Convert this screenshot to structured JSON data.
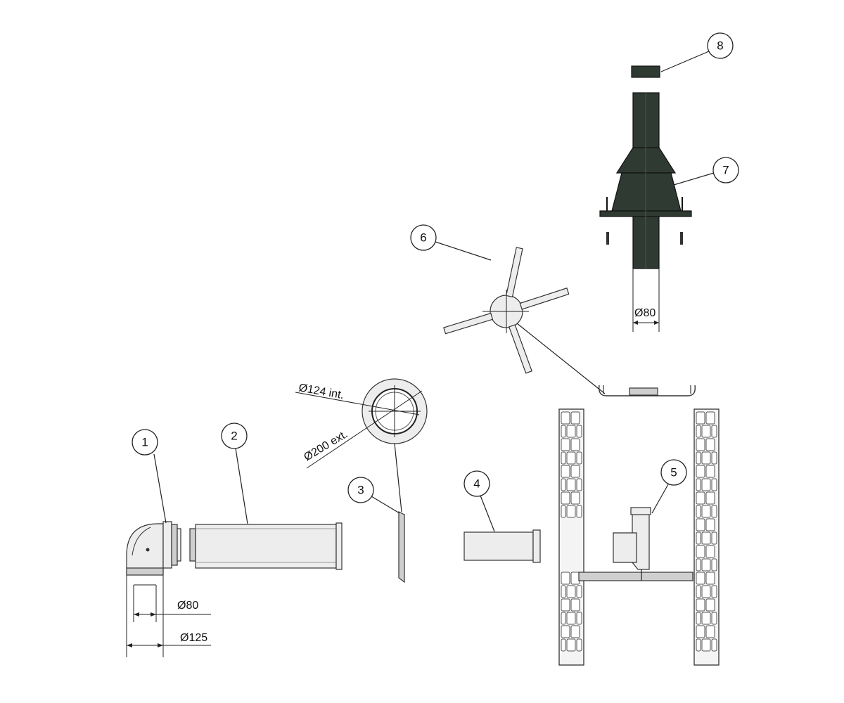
{
  "callouts": [
    "1",
    "2",
    "3",
    "4",
    "5",
    "6",
    "7",
    "8"
  ],
  "dimensions": {
    "d80_bottom": "Ø80",
    "d125": "Ø125",
    "d124_int": "Ø124 int.",
    "d200_ext": "Ø200 ext.",
    "d80_top": "Ø80"
  },
  "colors": {
    "line": "#222222",
    "part_light": "#ededed",
    "part_dark": "#2f3a33",
    "background": "#ffffff"
  }
}
